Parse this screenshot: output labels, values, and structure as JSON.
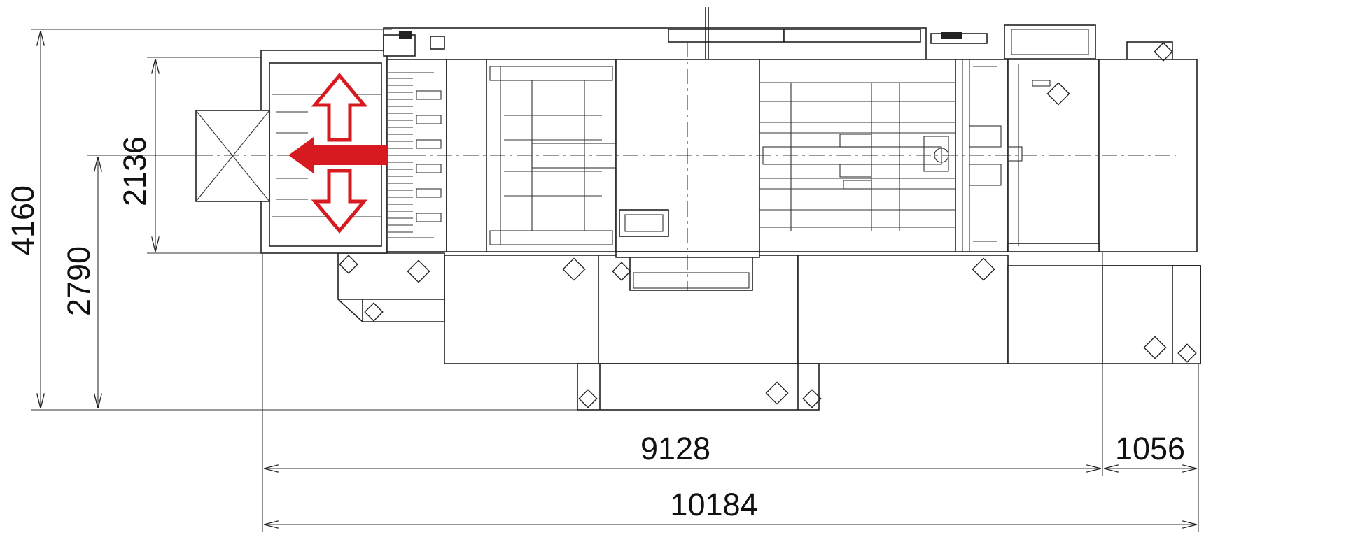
{
  "dimensions": {
    "total_height": "4160",
    "height_to_centerline": "2790",
    "inner_width": "2136",
    "length_main": "9128",
    "length_extension": "1056",
    "length_total": "10184"
  },
  "colors": {
    "arrow": "#d71920",
    "line": "#222222",
    "background": "#ffffff"
  },
  "arrow_icon": "four-way-arrow-icon"
}
